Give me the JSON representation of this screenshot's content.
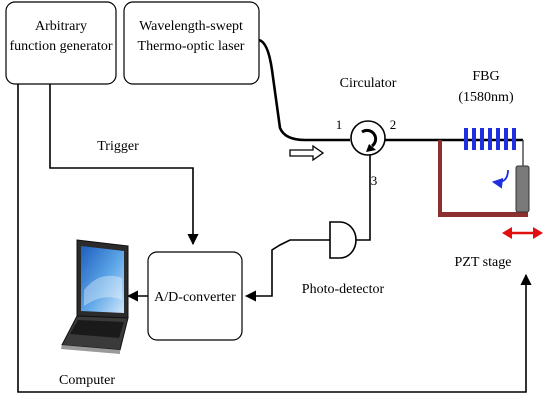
{
  "boxes": {
    "afg": [
      "Arbitrary",
      "function generator"
    ],
    "laser": [
      "Wavelength-swept",
      "Thermo-optic laser"
    ],
    "adc": "A/D-converter"
  },
  "labels": {
    "circulator": "Circulator",
    "port1": "1",
    "port2": "2",
    "port3": "3",
    "fbg": [
      "FBG",
      "(1580nm)"
    ],
    "trigger": "Trigger",
    "photodetector": "Photo-detector",
    "pzt": "PZT stage",
    "computer": "Computer"
  },
  "colors": {
    "grating": "#1f2fe0",
    "stage": "#8b2f2f",
    "pzt_arrow": "#e01010",
    "rotation_arrow": "#1f2fe0"
  },
  "icons": {
    "computer": "laptop-icon",
    "photodetector": "photodetector-icon",
    "circulator": "circulator-icon"
  }
}
